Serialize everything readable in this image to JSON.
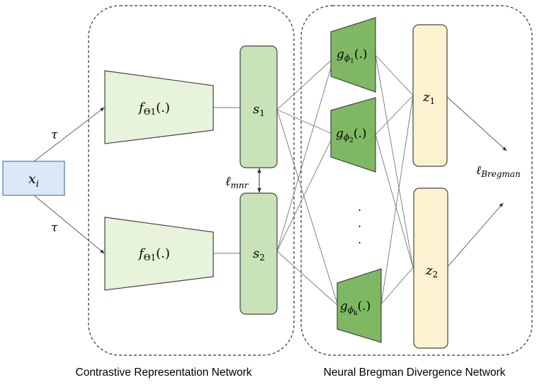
{
  "diagram": {
    "input": {
      "label_main": "x",
      "label_sub": "i"
    },
    "edge_labels": {
      "top": "τ",
      "bottom": "τ"
    },
    "encoders": [
      {
        "label_main": "f",
        "label_sub": "Θ1",
        "label_tail": "(.)"
      },
      {
        "label_main": "f",
        "label_sub": "Θ1",
        "label_tail": "(.)"
      }
    ],
    "embeddings": [
      {
        "label_main": "s",
        "label_sub": "1"
      },
      {
        "label_main": "s",
        "label_sub": "2"
      }
    ],
    "mnr_loss": {
      "label_main": "ℓ",
      "label_sub": "mnr"
    },
    "bregman_nets": [
      {
        "label_main": "g",
        "label_sub": "ϕ",
        "label_subsub": "1",
        "label_tail": "(.)"
      },
      {
        "label_main": "g",
        "label_sub": "ϕ",
        "label_subsub": "2",
        "label_tail": "(.)"
      },
      {
        "label_main": "g",
        "label_sub": "ϕ",
        "label_subsub": "k",
        "label_tail": "(.)"
      }
    ],
    "ellipsis_dots": ".",
    "outputs": [
      {
        "label_main": "z",
        "label_sub": "1"
      },
      {
        "label_main": "z",
        "label_sub": "2"
      }
    ],
    "bregman_loss": {
      "label_main": "ℓ",
      "label_sub": "Bregman"
    },
    "captions": {
      "left": "Contrastive Representation Network",
      "right": "Neural Bregman Divergence Network"
    },
    "colors": {
      "input_fill": "#dae8f8",
      "input_stroke": "#5b82b5",
      "encoder_fill": "#e8f3dc",
      "embedding_fill": "#c9e3b8",
      "bregman_fill": "#7fb863",
      "output_fill": "#fdf2cf",
      "stroke": "#444444",
      "line": "#777777"
    }
  }
}
